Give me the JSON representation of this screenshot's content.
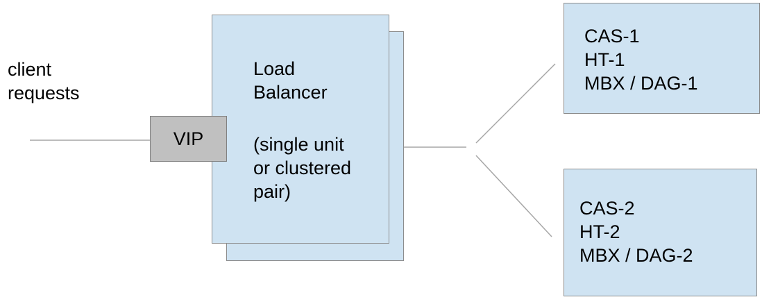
{
  "client": {
    "lines": [
      "client",
      "requests"
    ]
  },
  "vip": {
    "label": "VIP"
  },
  "load_balancer": {
    "title_lines": [
      "Load",
      "Balancer"
    ],
    "note_lines": [
      "(single unit",
      "or clustered",
      "pair)"
    ]
  },
  "servers": [
    {
      "lines": [
        "CAS-1",
        "HT-1",
        "MBX / DAG-1"
      ]
    },
    {
      "lines": [
        "CAS-2",
        "HT-2",
        "MBX / DAG-2"
      ]
    }
  ],
  "colors": {
    "box_fill": "#cfe3f2",
    "vip_fill": "#c0c0c0",
    "connector": "#a6a6a6"
  }
}
